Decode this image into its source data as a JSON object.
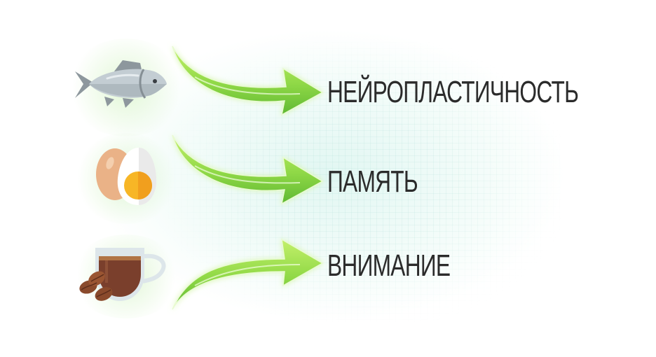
{
  "colors": {
    "arrow_light": "#b6ec5f",
    "arrow_dark": "#6cc33a",
    "text": "#2b2b2b",
    "fish_body": "#c3cdd3",
    "fish_fin": "#8d979d",
    "egg_shell": "#eab287",
    "egg_yolk": "#f7b626",
    "coffee": "#7a3f2c",
    "cup": "#dde6ea"
  },
  "rows": [
    {
      "icon": "fish-icon",
      "label": "НЕЙРОПЛАСТИЧНОСТЬ"
    },
    {
      "icon": "egg-icon",
      "label": "ПАМЯТЬ"
    },
    {
      "icon": "coffee-icon",
      "label": "ВНИМАНИЕ"
    }
  ]
}
